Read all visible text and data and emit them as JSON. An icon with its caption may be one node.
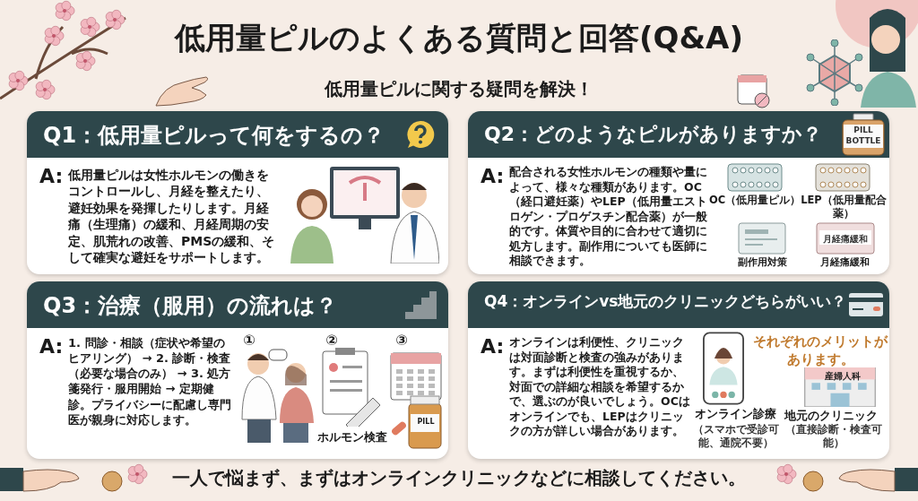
{
  "diagram": {
    "title": "低用量ピルのよくある質問と回答(Q&A)",
    "caption": "一人で悩まず、まずはオンラインクリニックなどに相談してください。",
    "nodes": [
      {
        "text": [
          "Q1：低用量ピルって何をするの？",
          "A:",
          "低用量ピルは女性ホルモンの働きをコントロールし、月経を整えたり、避妊効果を発揮したりします。月経痛（生理痛）の緩和、月経周期の安定、肌荒れの改善、PMSの緩和、そして確実な避妊をサポートします。"
        ]
      },
      {
        "text": [
          "Q2：どのようなピルがありますか？",
          "A:",
          "配合される女性ホルモンの種類や量によって、様々な種類があります。OC（経口避妊薬）やLEP（低用量エストロゲン・プロゲスチン配合薬）が一般的です。体質や目的に合わせて適切に処方します。副作用についても医師に相談できます。"
        ]
      },
      {
        "text": [
          "Q3：治療（服用）の流れは？",
          "A:",
          "1. 問診・相談（症状や希望のヒアリング） → 2. 診断・検査（必要な場合のみ） → 3. 処方箋発行・服用開始 → 定期健診。プライバシーに配慮し専門医が親身に対応します。"
        ]
      },
      {
        "text": [
          "Q4：オンラインvs地元のクリニックどちらがいい？",
          "A:",
          "オンラインは利便性、クリニックは対面診断と検査の強みがあります。まずは利便性を重視するか、対面での詳細な相談を希望するかで、選ぶのが良いでしょう。OCはオンラインでも、LEPはクリニックの方が詳しい場合があります。"
        ]
      }
    ],
    "labels": [
      "低用量ピルに関する疑問を解決！",
      "PILL BOTTLE",
      "OC（低用量ピル）",
      "LEP（低用量配合薬）",
      "月経痛緩和",
      "副作用対策",
      "月経痛緩和",
      "①",
      "②",
      "③",
      "ホルモン検査",
      "PILL",
      "それぞれのメリットがあります。",
      "産婦人科",
      "オンライン診療",
      "（スマホで受診可能、通院不要）",
      "地元のクリニック",
      "（直接診断・検査可能）"
    ]
  }
}
